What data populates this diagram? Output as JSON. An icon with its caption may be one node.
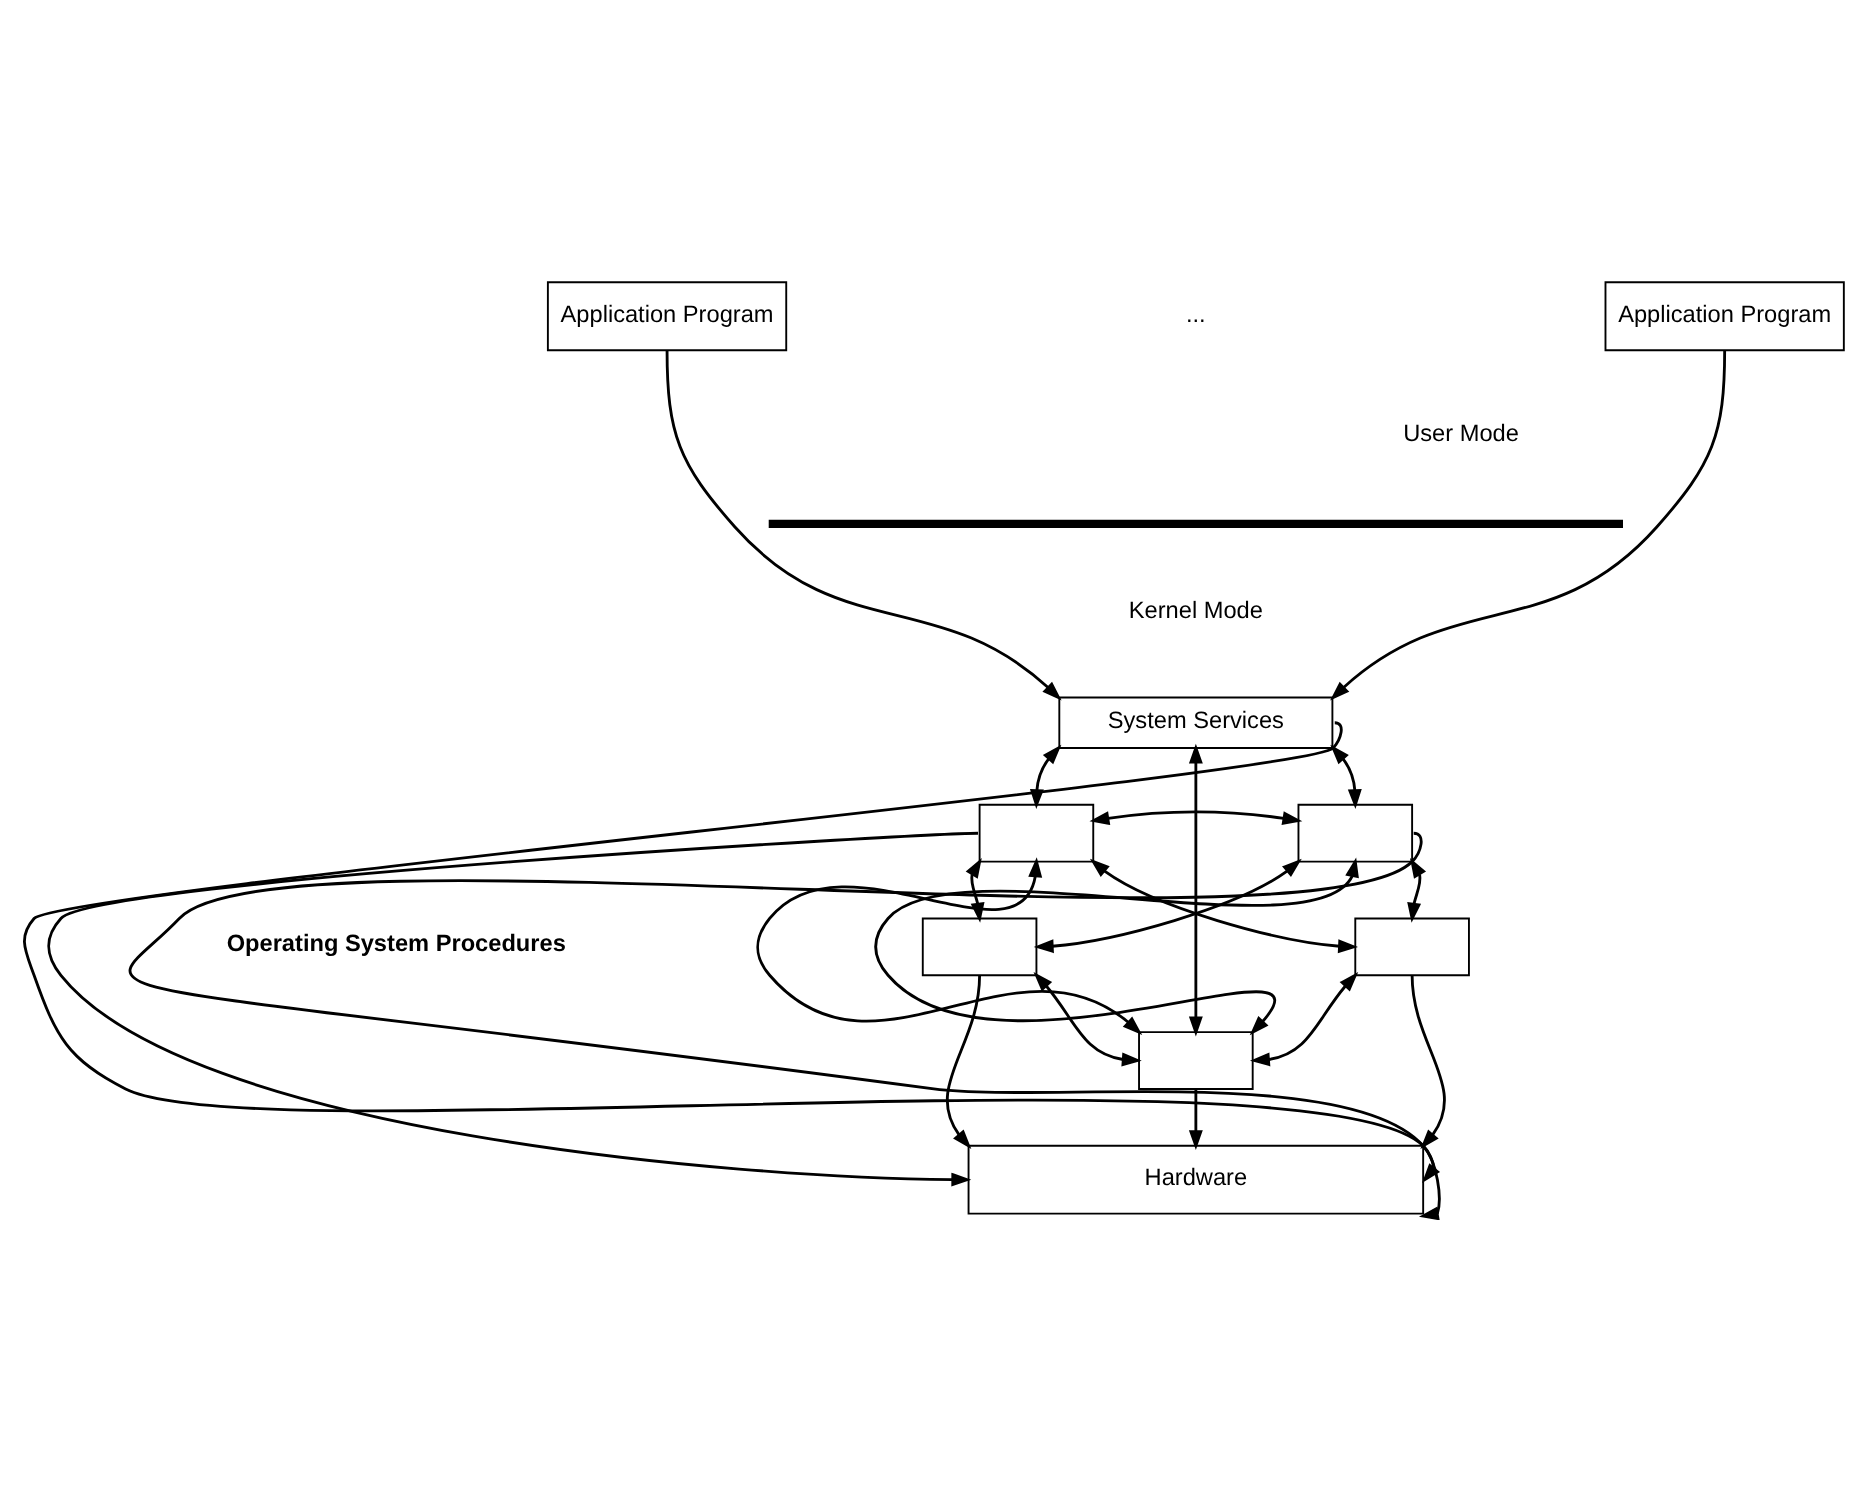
{
  "diagram": {
    "nodes": [
      {
        "text": [
          "Application Program"
        ]
      },
      {
        "text": [
          "Application Program"
        ]
      },
      {
        "text": [
          "System Services"
        ]
      },
      {
        "text": [],
        "shape": "box"
      },
      {
        "text": [],
        "shape": "box"
      },
      {
        "text": [],
        "shape": "box"
      },
      {
        "text": [],
        "shape": "box"
      },
      {
        "text": [],
        "shape": "box"
      },
      {
        "text": [
          "Hardware"
        ]
      }
    ],
    "edges": [
      {
        "from": 0,
        "to": 2,
        "arrow": "to"
      },
      {
        "from": 1,
        "to": 2,
        "arrow": "to"
      },
      {
        "from": 2,
        "to": 3,
        "arrow": "both"
      },
      {
        "from": 2,
        "to": 7,
        "arrow": "both"
      },
      {
        "from": 2,
        "to": 4,
        "arrow": "both"
      },
      {
        "from": 2,
        "to": 8,
        "arrow": "to"
      },
      {
        "from": 3,
        "to": 4,
        "arrow": "both"
      },
      {
        "from": 3,
        "to": 5,
        "arrow": "both"
      },
      {
        "from": 3,
        "to": 7,
        "arrow": "both"
      },
      {
        "from": 3,
        "to": 6,
        "arrow": "both"
      },
      {
        "from": 3,
        "to": 8,
        "arrow": "to"
      },
      {
        "from": 4,
        "to": 5,
        "arrow": "both"
      },
      {
        "from": 4,
        "to": 7,
        "arrow": "both"
      },
      {
        "from": 4,
        "to": 6,
        "arrow": "both"
      },
      {
        "from": 4,
        "to": 8,
        "arrow": "to"
      },
      {
        "from": 5,
        "to": 7,
        "arrow": "both"
      },
      {
        "from": 5,
        "to": 8,
        "arrow": "to"
      },
      {
        "from": 6,
        "to": 7,
        "arrow": "both"
      },
      {
        "from": 6,
        "to": 8,
        "arrow": "to"
      },
      {
        "from": 7,
        "to": 8,
        "arrow": "to"
      }
    ],
    "labels": [
      "...",
      "User Mode",
      "Kernel Mode",
      "Operating System Procedures"
    ]
  }
}
